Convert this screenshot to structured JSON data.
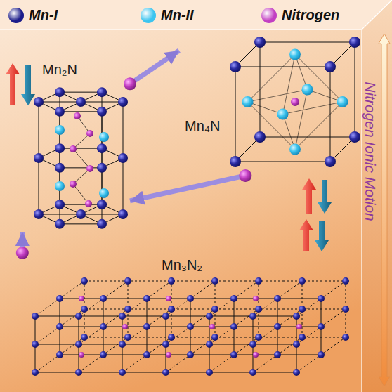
{
  "diagram": {
    "nodes": [
      {
        "text": [
          "Mn₂N"
        ]
      },
      {
        "text": [
          "Mn₄N"
        ]
      },
      {
        "text": [
          "Mn₃N₂"
        ]
      }
    ],
    "edges": [
      {
        "from": 0,
        "to": 1,
        "arrow": "to"
      },
      {
        "from": 1,
        "to": 0,
        "arrow": "to"
      },
      {
        "from": 2,
        "to": 0,
        "arrow": "to"
      }
    ],
    "labels": [
      "Nitrogen Ionic Motion"
    ],
    "legend": [
      {
        "text": "Mn-I",
        "color": "#1c1c8a"
      },
      {
        "text": "Mn-II",
        "color": "#3cc4ef"
      },
      {
        "text": "Nitrogen",
        "color": "#c23ec2"
      }
    ]
  }
}
